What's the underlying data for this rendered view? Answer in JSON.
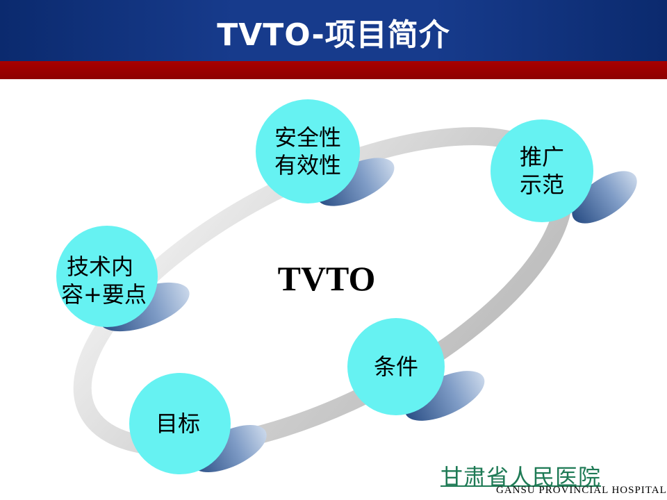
{
  "slide": {
    "title": "TVTO-项目简介",
    "center": "TVTO"
  },
  "nodes": [
    {
      "id": "safety",
      "line1": "安全性",
      "line2": "有效性"
    },
    {
      "id": "promotion",
      "line1": "推广",
      "line2": "示范"
    },
    {
      "id": "technique",
      "line1": "技术内",
      "line2": "容+要点"
    },
    {
      "id": "conditions",
      "line1": "条件",
      "line2": ""
    },
    {
      "id": "goal",
      "line1": "目标",
      "line2": ""
    }
  ],
  "footer": {
    "hospital_cn": "甘肃省人民医院",
    "hospital_en": "GANSU PROVINCIAL HOSPITAL"
  },
  "colors": {
    "header_blue": "#173b8c",
    "header_red": "#9a0000",
    "node_fill": "#66f2f2",
    "shadow": "#5b7fb0",
    "ring": "#d3d3d3",
    "hospital_text": "#1e7a55"
  }
}
